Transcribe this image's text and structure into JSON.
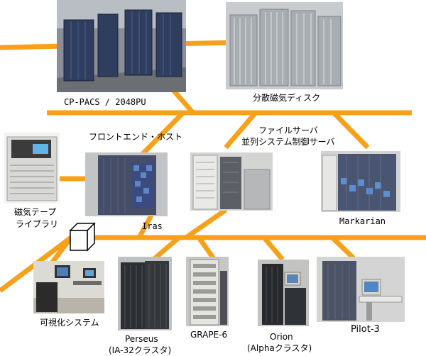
{
  "colors": {
    "network_line": "#f7a11a",
    "hub_face": "#ffffff",
    "hub_stroke": "#000000",
    "label_text": "#000000"
  },
  "nodes": {
    "cppacs": {
      "label": "CP-PACS / 2048PU",
      "icon": "supercomputer-racks-photo"
    },
    "disk": {
      "label": "分散磁気ディスク",
      "icon": "disk-array-photo"
    },
    "frontend": {
      "label": "フロントエンド・ホスト"
    },
    "fileserver": {
      "line1": "ファイルサーバ",
      "line2": "並列システム制御サーバ",
      "icon": "file-server-photo"
    },
    "tape": {
      "line1": "磁気テープ",
      "line2": "ライブラリ",
      "icon": "tape-library-photo"
    },
    "iras": {
      "label": "Iras",
      "icon": "iras-server-photo"
    },
    "markarian": {
      "label": "Markarian",
      "icon": "markarian-server-photo"
    },
    "visual": {
      "label": "可視化システム",
      "icon": "visualization-workstation-photo"
    },
    "perseus": {
      "line1": "Perseus",
      "line2": "(IA-32クラスタ)",
      "icon": "perseus-cluster-photo"
    },
    "grape": {
      "label": "GRAPE-6",
      "icon": "grape6-rack-photo"
    },
    "orion": {
      "line1": "Orion",
      "line2": "(Alphaクラスタ)",
      "icon": "orion-cluster-photo"
    },
    "pilot": {
      "label": "Pilot-3",
      "icon": "pilot3-system-photo"
    }
  },
  "hub": {
    "icon": "network-switch-cube-icon"
  }
}
